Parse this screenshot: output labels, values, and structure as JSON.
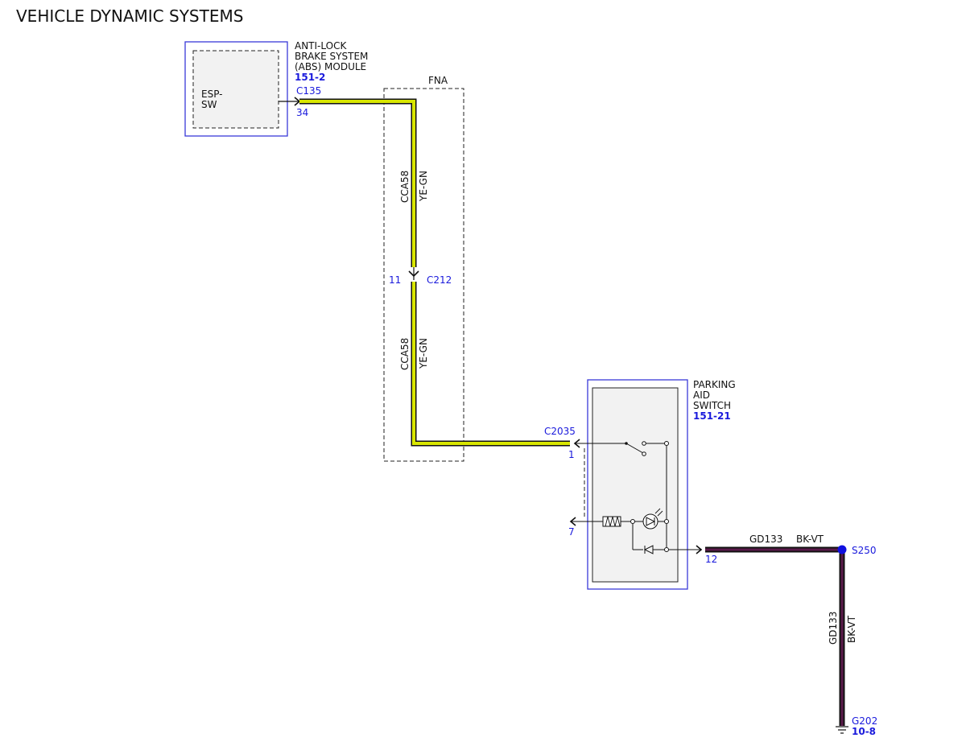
{
  "title": "VEHICLE DYNAMIC SYSTEMS",
  "colors": {
    "module_outline": "#3a3ad8",
    "module_fill": "#f2f2f2",
    "ref_text": "#1a1adc",
    "wire_yellow_green": "#d8e600",
    "wire_black_violet": "#5a1a4a",
    "splice_dot": "#1010e0"
  },
  "abs_module": {
    "name_line1": "ANTI-LOCK",
    "name_line2": "BRAKE SYSTEM",
    "name_line3": "(ABS) MODULE",
    "ref": "151-2",
    "internal_line1": "ESP-",
    "internal_line2": "SW",
    "connector": "C135",
    "pin": "34"
  },
  "fna": {
    "label": "FNA"
  },
  "circuit_upper": {
    "circuit": "CCA58",
    "color": "YE-GN"
  },
  "inline_connector": {
    "pin": "11",
    "connector": "C212"
  },
  "circuit_lower": {
    "circuit": "CCA58",
    "color": "YE-GN"
  },
  "parking_aid_switch": {
    "name_line1": "PARKING",
    "name_line2": "AID",
    "name_line3": "SWITCH",
    "ref": "151-21",
    "connector": "C2035",
    "pin_1": "1",
    "pin_7": "7",
    "pin_12": "12"
  },
  "ground_circuit_horizontal": {
    "circuit": "GD133",
    "color": "BK-VT"
  },
  "splice": {
    "label": "S250"
  },
  "ground_circuit_vertical": {
    "circuit": "GD133",
    "color": "BK-VT"
  },
  "ground": {
    "label": "G202",
    "ref": "10-8"
  }
}
